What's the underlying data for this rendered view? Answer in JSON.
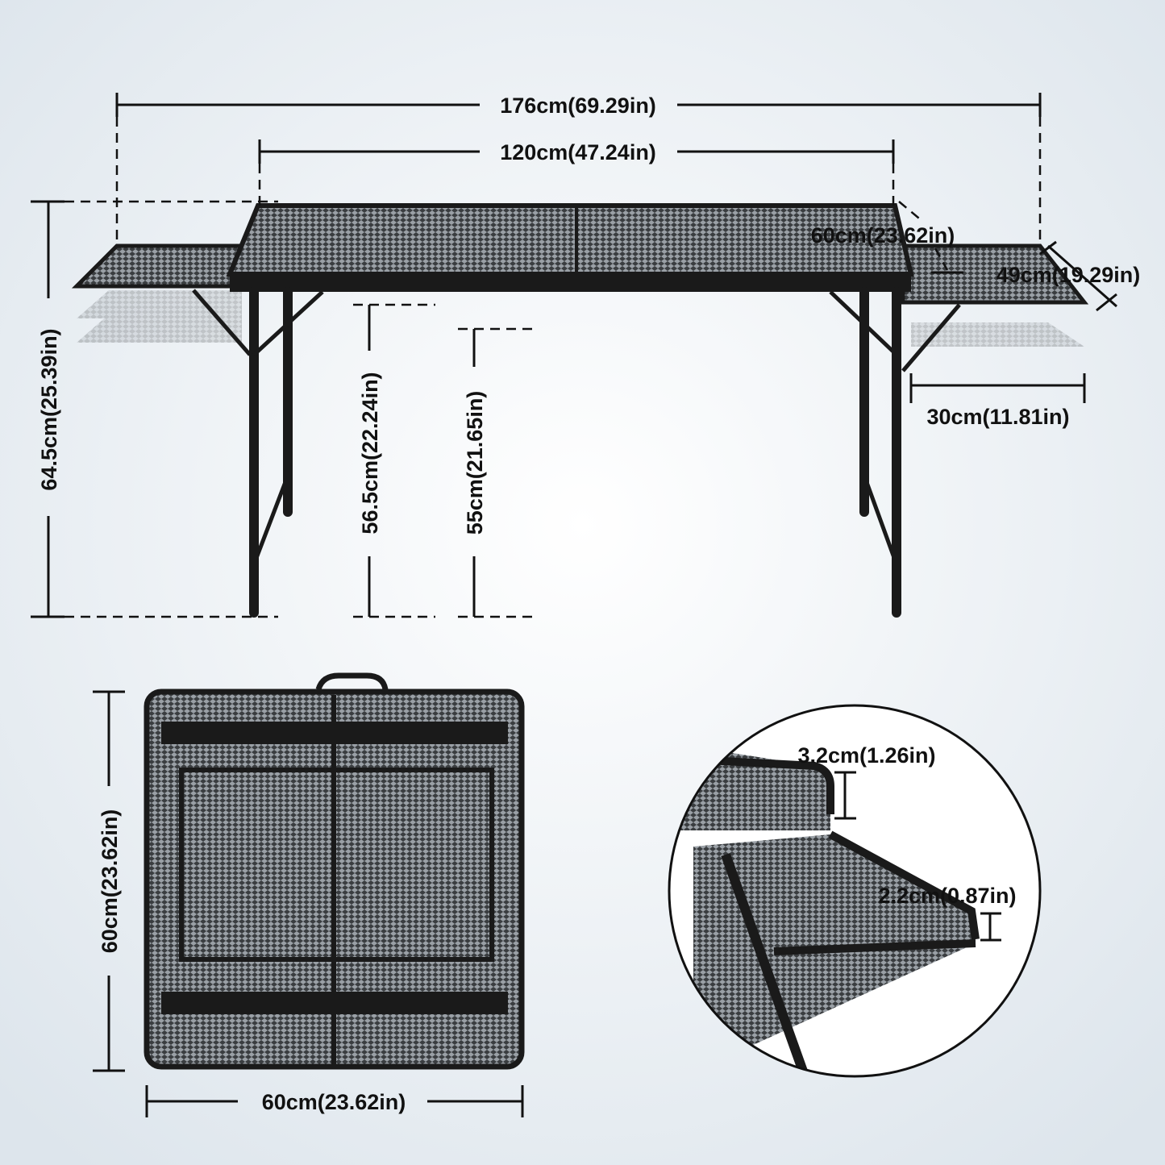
{
  "dimensions": {
    "total_length": "176cm(69.29in)",
    "table_length": "120cm(47.24in)",
    "table_depth": "60cm(23.62in)",
    "side_shelf_depth": "49cm(19.29in)",
    "side_shelf_width": "30cm(11.81in)",
    "max_height": "64.5cm(25.39in)",
    "leg_height_a": "56.5cm(22.24in)",
    "leg_height_b": "55cm(21.65in)",
    "folded_height": "60cm(23.62in)",
    "folded_width": "60cm(23.62in)",
    "top_thickness": "3.2cm(1.26in)",
    "shelf_thickness": "2.2cm(0.87in)"
  },
  "colors": {
    "background": "#eef2f6",
    "frame": "#1a1a1a",
    "lines": "#111111"
  }
}
